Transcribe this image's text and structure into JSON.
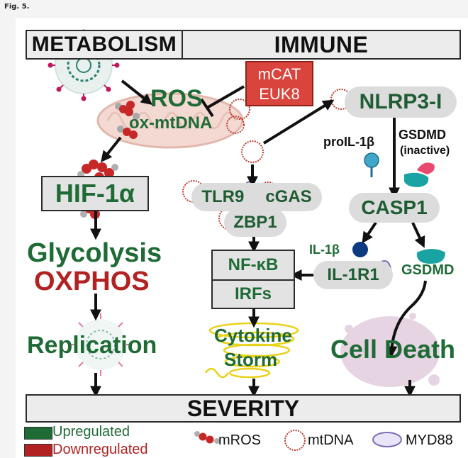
{
  "figure_label": "Fig. 5.",
  "header": {
    "left": "METABOLISM",
    "right": "IMMUNE"
  },
  "inhibitor": {
    "line1": "mCAT",
    "line2": "EUK8"
  },
  "metabolism": {
    "ros": "ROS",
    "ox_mtdna": "ox-mtDNA",
    "hif": "HIF-1α",
    "glycolysis": "Glycolysis",
    "oxphos": "OXPHOS",
    "replication": "Replication"
  },
  "immune": {
    "tlr9": "TLR9",
    "cgas": "cGAS",
    "zbp1": "ZBP1",
    "nfkb": "NF-κB",
    "irfs": "IRFs",
    "cytokine": "Cytokine",
    "storm": "Storm",
    "il1r1": "IL-1R1",
    "il1b": "IL-1β"
  },
  "inflammasome": {
    "nlrp3": "NLRP3-I",
    "proil1b": "proIL-1β",
    "gsdmd_top": "GSDMD",
    "inactive": "(inactive)",
    "casp1": "CASP1",
    "gsdmd": "GSDMD",
    "cell_death": "Cell Death"
  },
  "severity": "SEVERITY",
  "legend": {
    "upregulated": "Upregulated",
    "downregulated": "Downregulated",
    "mros": "mROS",
    "mtdna": "mtDNA",
    "myd88": "MYD88",
    "colors": {
      "up": "#1f6b36",
      "down": "#b22222"
    }
  }
}
